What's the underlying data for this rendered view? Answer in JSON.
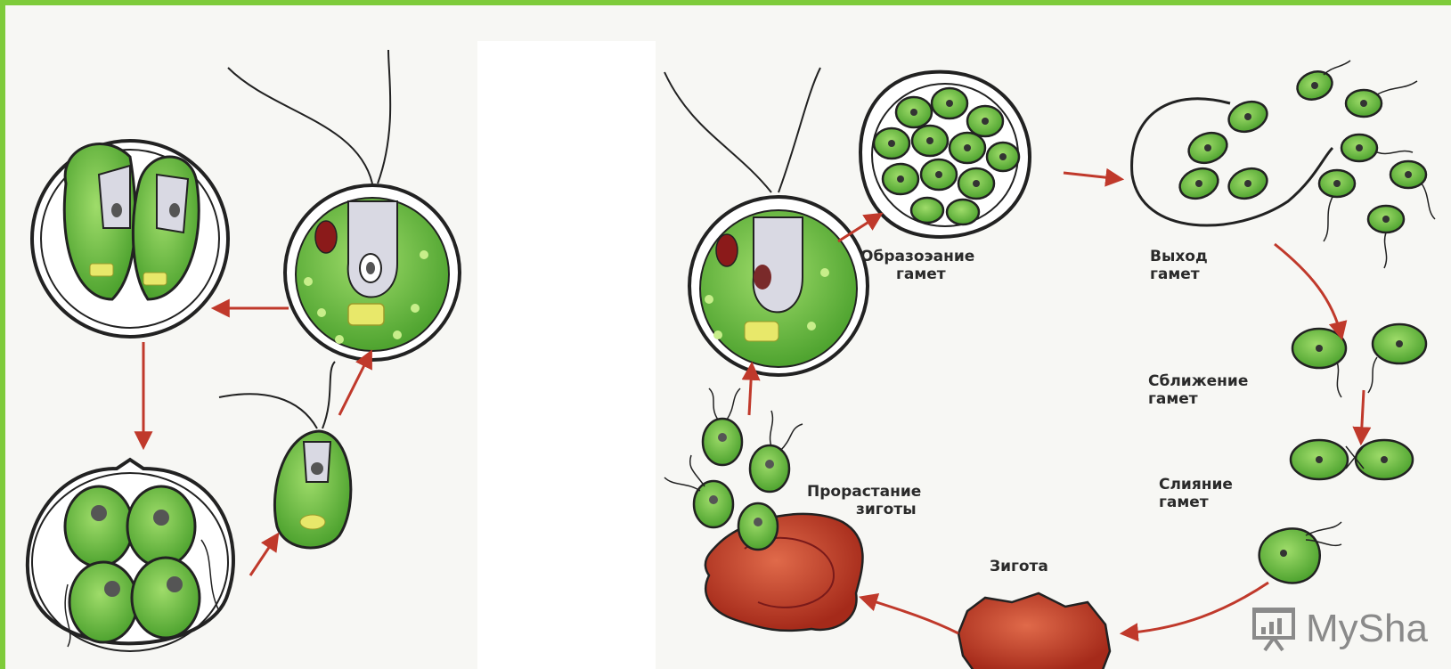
{
  "labels": {
    "gamete_formation": [
      "Образоэание",
      "гамет"
    ],
    "gamete_release": [
      "Выход",
      "гамет"
    ],
    "gamete_approach": [
      "Сближение",
      "гамет"
    ],
    "gamete_fusion": [
      "Слияние",
      "гамет"
    ],
    "zygote": "Зигота",
    "zygote_germination": [
      "Прорастание",
      "зиготы"
    ]
  },
  "watermark": {
    "text": "MySha"
  },
  "colors": {
    "frame": "#7ecb3a",
    "cell_green": "#5fbf3a",
    "cell_light": "#9fdc6a",
    "nucleus": "#c9c9d6",
    "arrow": "#c0392b",
    "zygote": "#c0392b"
  }
}
